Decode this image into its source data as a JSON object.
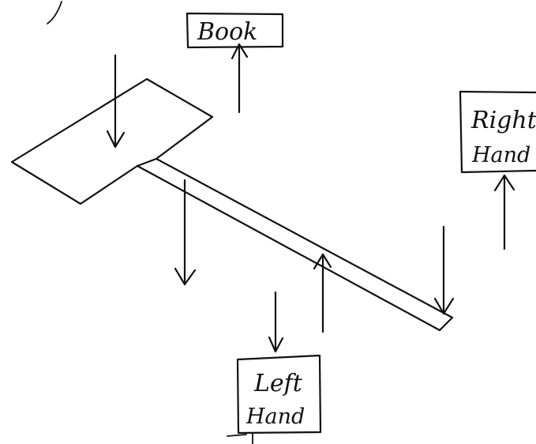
{
  "labels": {
    "book": "Book",
    "right_hand_line1": "Right",
    "right_hand_line2": "Hand",
    "left_hand_line1": "Left",
    "left_hand_line2": "Hand"
  }
}
